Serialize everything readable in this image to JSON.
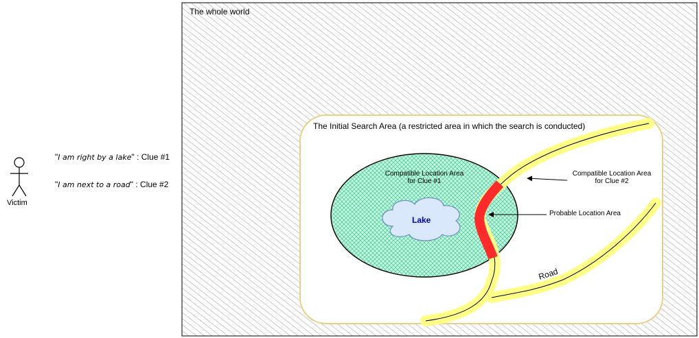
{
  "world_label": "The whole world",
  "search_area_label": "The Initial Search Area (a restricted area in which the search is conducted)",
  "victim": {
    "label": "Victim",
    "clue1_quote": "I am right by a lake",
    "clue1_tag": "Clue #1",
    "clue2_quote": "I am next to a road",
    "clue2_tag": "Clue #2"
  },
  "compatible_area_clue1": [
    "Compatible Location Area",
    "for Clue #1"
  ],
  "compatible_area_clue2": [
    "Compatible Location Area",
    "for Clue #2"
  ],
  "probable_location_label": "Probable Location Area",
  "lake_label": "Lake",
  "road_label": "Road",
  "colors": {
    "hatch": "#9a9a9a",
    "search_area_border": "#e6d08a",
    "lake_area_fill": "#8ff0c8",
    "lake_fill": "#dae8fc",
    "lake_border": "#6c8ebf",
    "lake_text": "#0000cc",
    "road": "#ffff88",
    "probable": "#ff2a2a"
  }
}
